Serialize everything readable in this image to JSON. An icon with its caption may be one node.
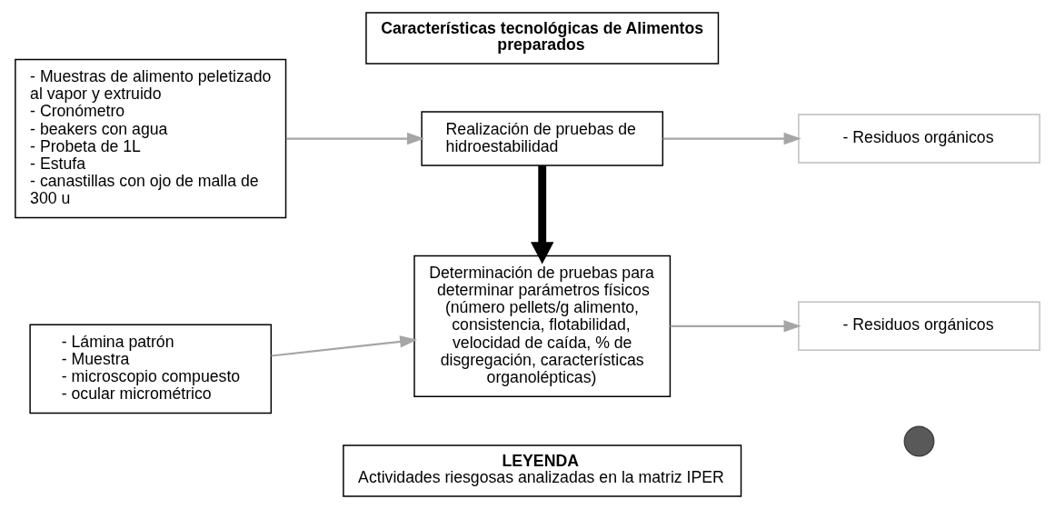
{
  "diagram": {
    "nodes": [
      {
        "text": [
          "Características tecnológicas de Alimentos preparados"
        ]
      },
      {
        "text": [
          "- Muestras de alimento peletizado al vapor y extruido",
          "- Cronómetro",
          "- beakers con agua",
          "- Probeta de 1L",
          "- Estufa",
          "- canastillas con ojo de malla de 300 u"
        ]
      },
      {
        "text": [
          "Realización de pruebas de hidroestabilidad"
        ]
      },
      {
        "text": [
          "- Residuos orgánicos"
        ]
      },
      {
        "text": [
          "- Lámina patrón",
          "- Muestra",
          "- microscopio compuesto",
          "- ocular micrométrico"
        ]
      },
      {
        "text": [
          "Determinación de pruebas para determinar parámetros físicos (número pellets/g alimento, consistencia, flotabilidad, velocidad de caída, % de disgregación, características organolépticas)"
        ]
      },
      {
        "text": [
          "- Residuos orgánicos"
        ]
      },
      {
        "text": [
          "LEYENDA",
          "Actividades riesgosas analizadas en la matriz IPER"
        ]
      },
      {
        "text": [],
        "shape": "circle"
      }
    ],
    "edges": [
      {
        "from": 1,
        "to": 2,
        "arrow": "to"
      },
      {
        "from": 2,
        "to": 3,
        "arrow": "to"
      },
      {
        "from": 2,
        "to": 5,
        "arrow": "to",
        "style": "thick",
        "color": "#000000"
      },
      {
        "from": 4,
        "to": 5,
        "arrow": "to"
      },
      {
        "from": 5,
        "to": 6,
        "arrow": "to"
      }
    ]
  }
}
